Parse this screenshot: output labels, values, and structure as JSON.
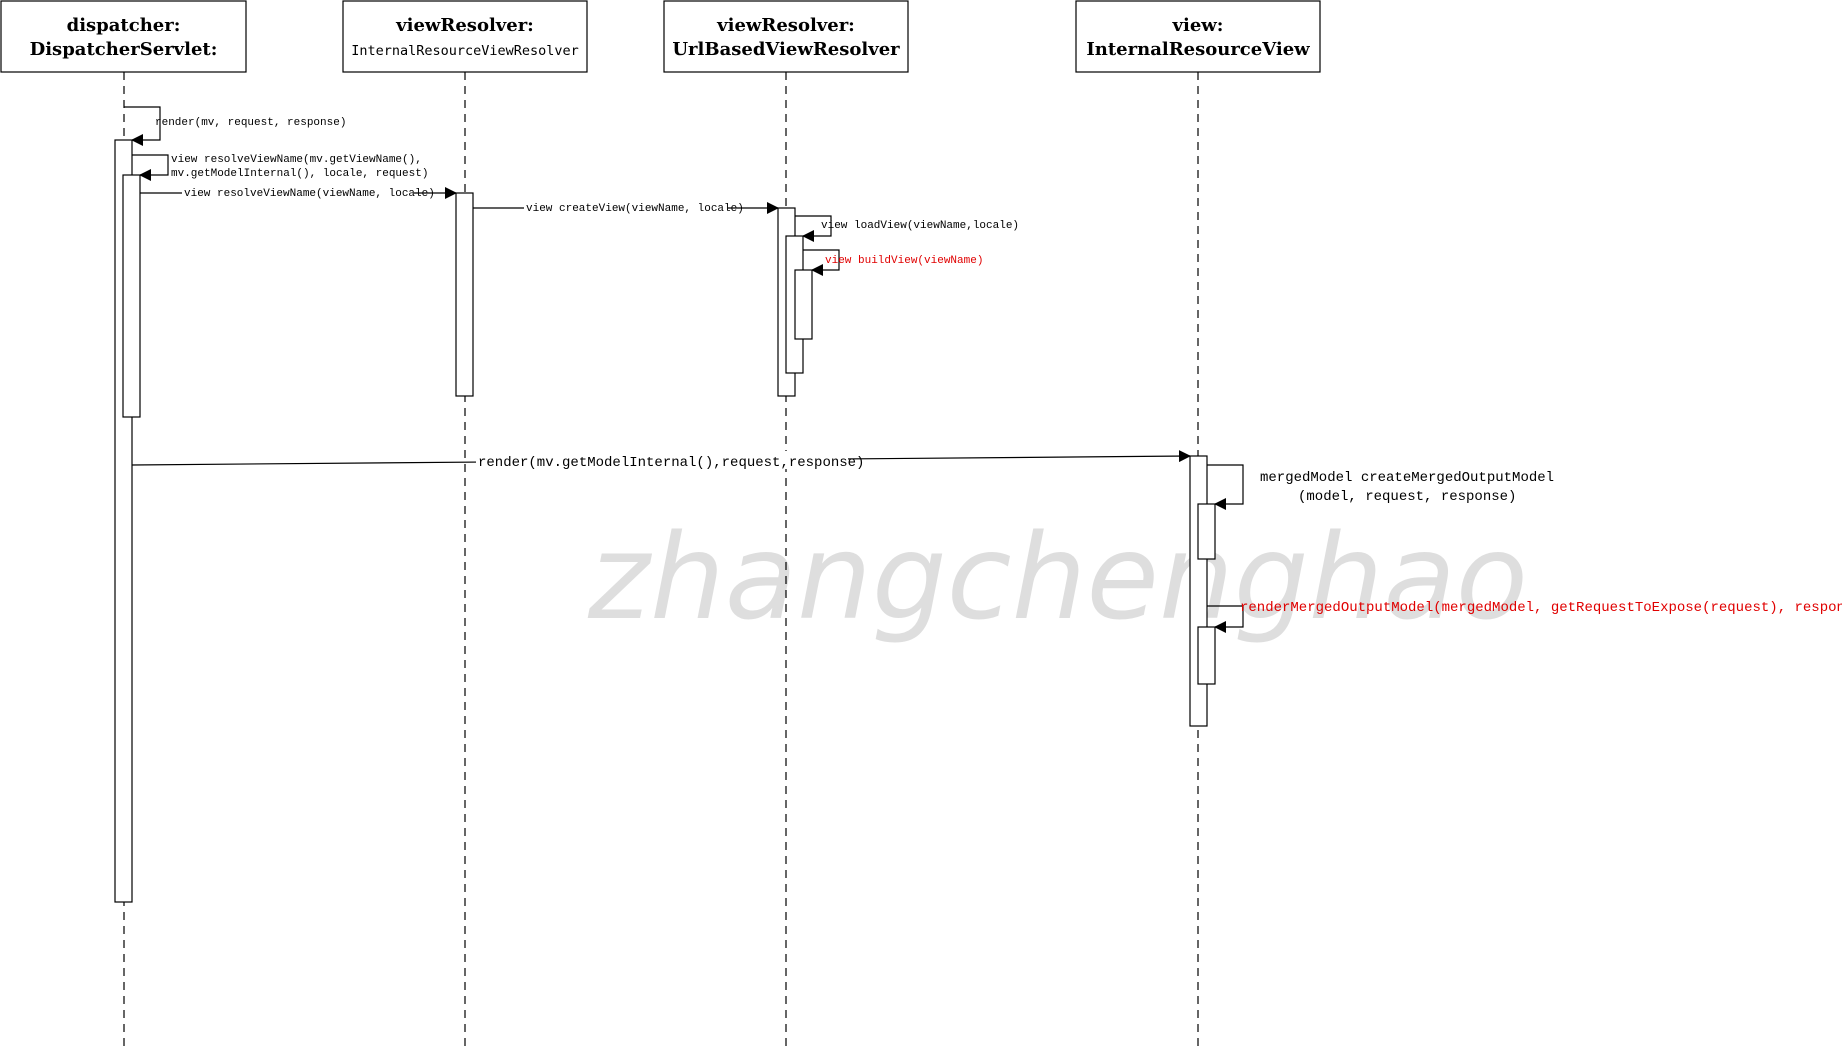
{
  "participants": [
    {
      "line1": "dispatcher:",
      "line2": "DispatcherServlet:"
    },
    {
      "line1": "viewResolver:",
      "line2": "InternalResourceViewResolver"
    },
    {
      "line1": "viewResolver:",
      "line2": "UrlBasedViewResolver"
    },
    {
      "line1": "view:",
      "line2": "InternalResourceView"
    }
  ],
  "messages": {
    "m1": "render(mv, request, response)",
    "m2_line1": "view  resolveViewName(mv.getViewName(),",
    "m2_line2": "mv.getModelInternal(), locale, request)",
    "m3": "view resolveViewName(viewName, locale)",
    "m4": "view createView(viewName, locale)",
    "m5": "view loadView(viewName,locale)",
    "m6": "view buildView(viewName)",
    "m7": "render(mv.getModelInternal(),request,response)",
    "m8_line1": "mergedModel createMergedOutputModel",
    "m8_line2": "(model, request, response)",
    "m9": "renderMergedOutputModel(mergedModel, getRequestToExpose(request), response)"
  },
  "watermark": "zhangchenghao",
  "colors": {
    "line": "#000000",
    "highlight": "#e00000"
  }
}
